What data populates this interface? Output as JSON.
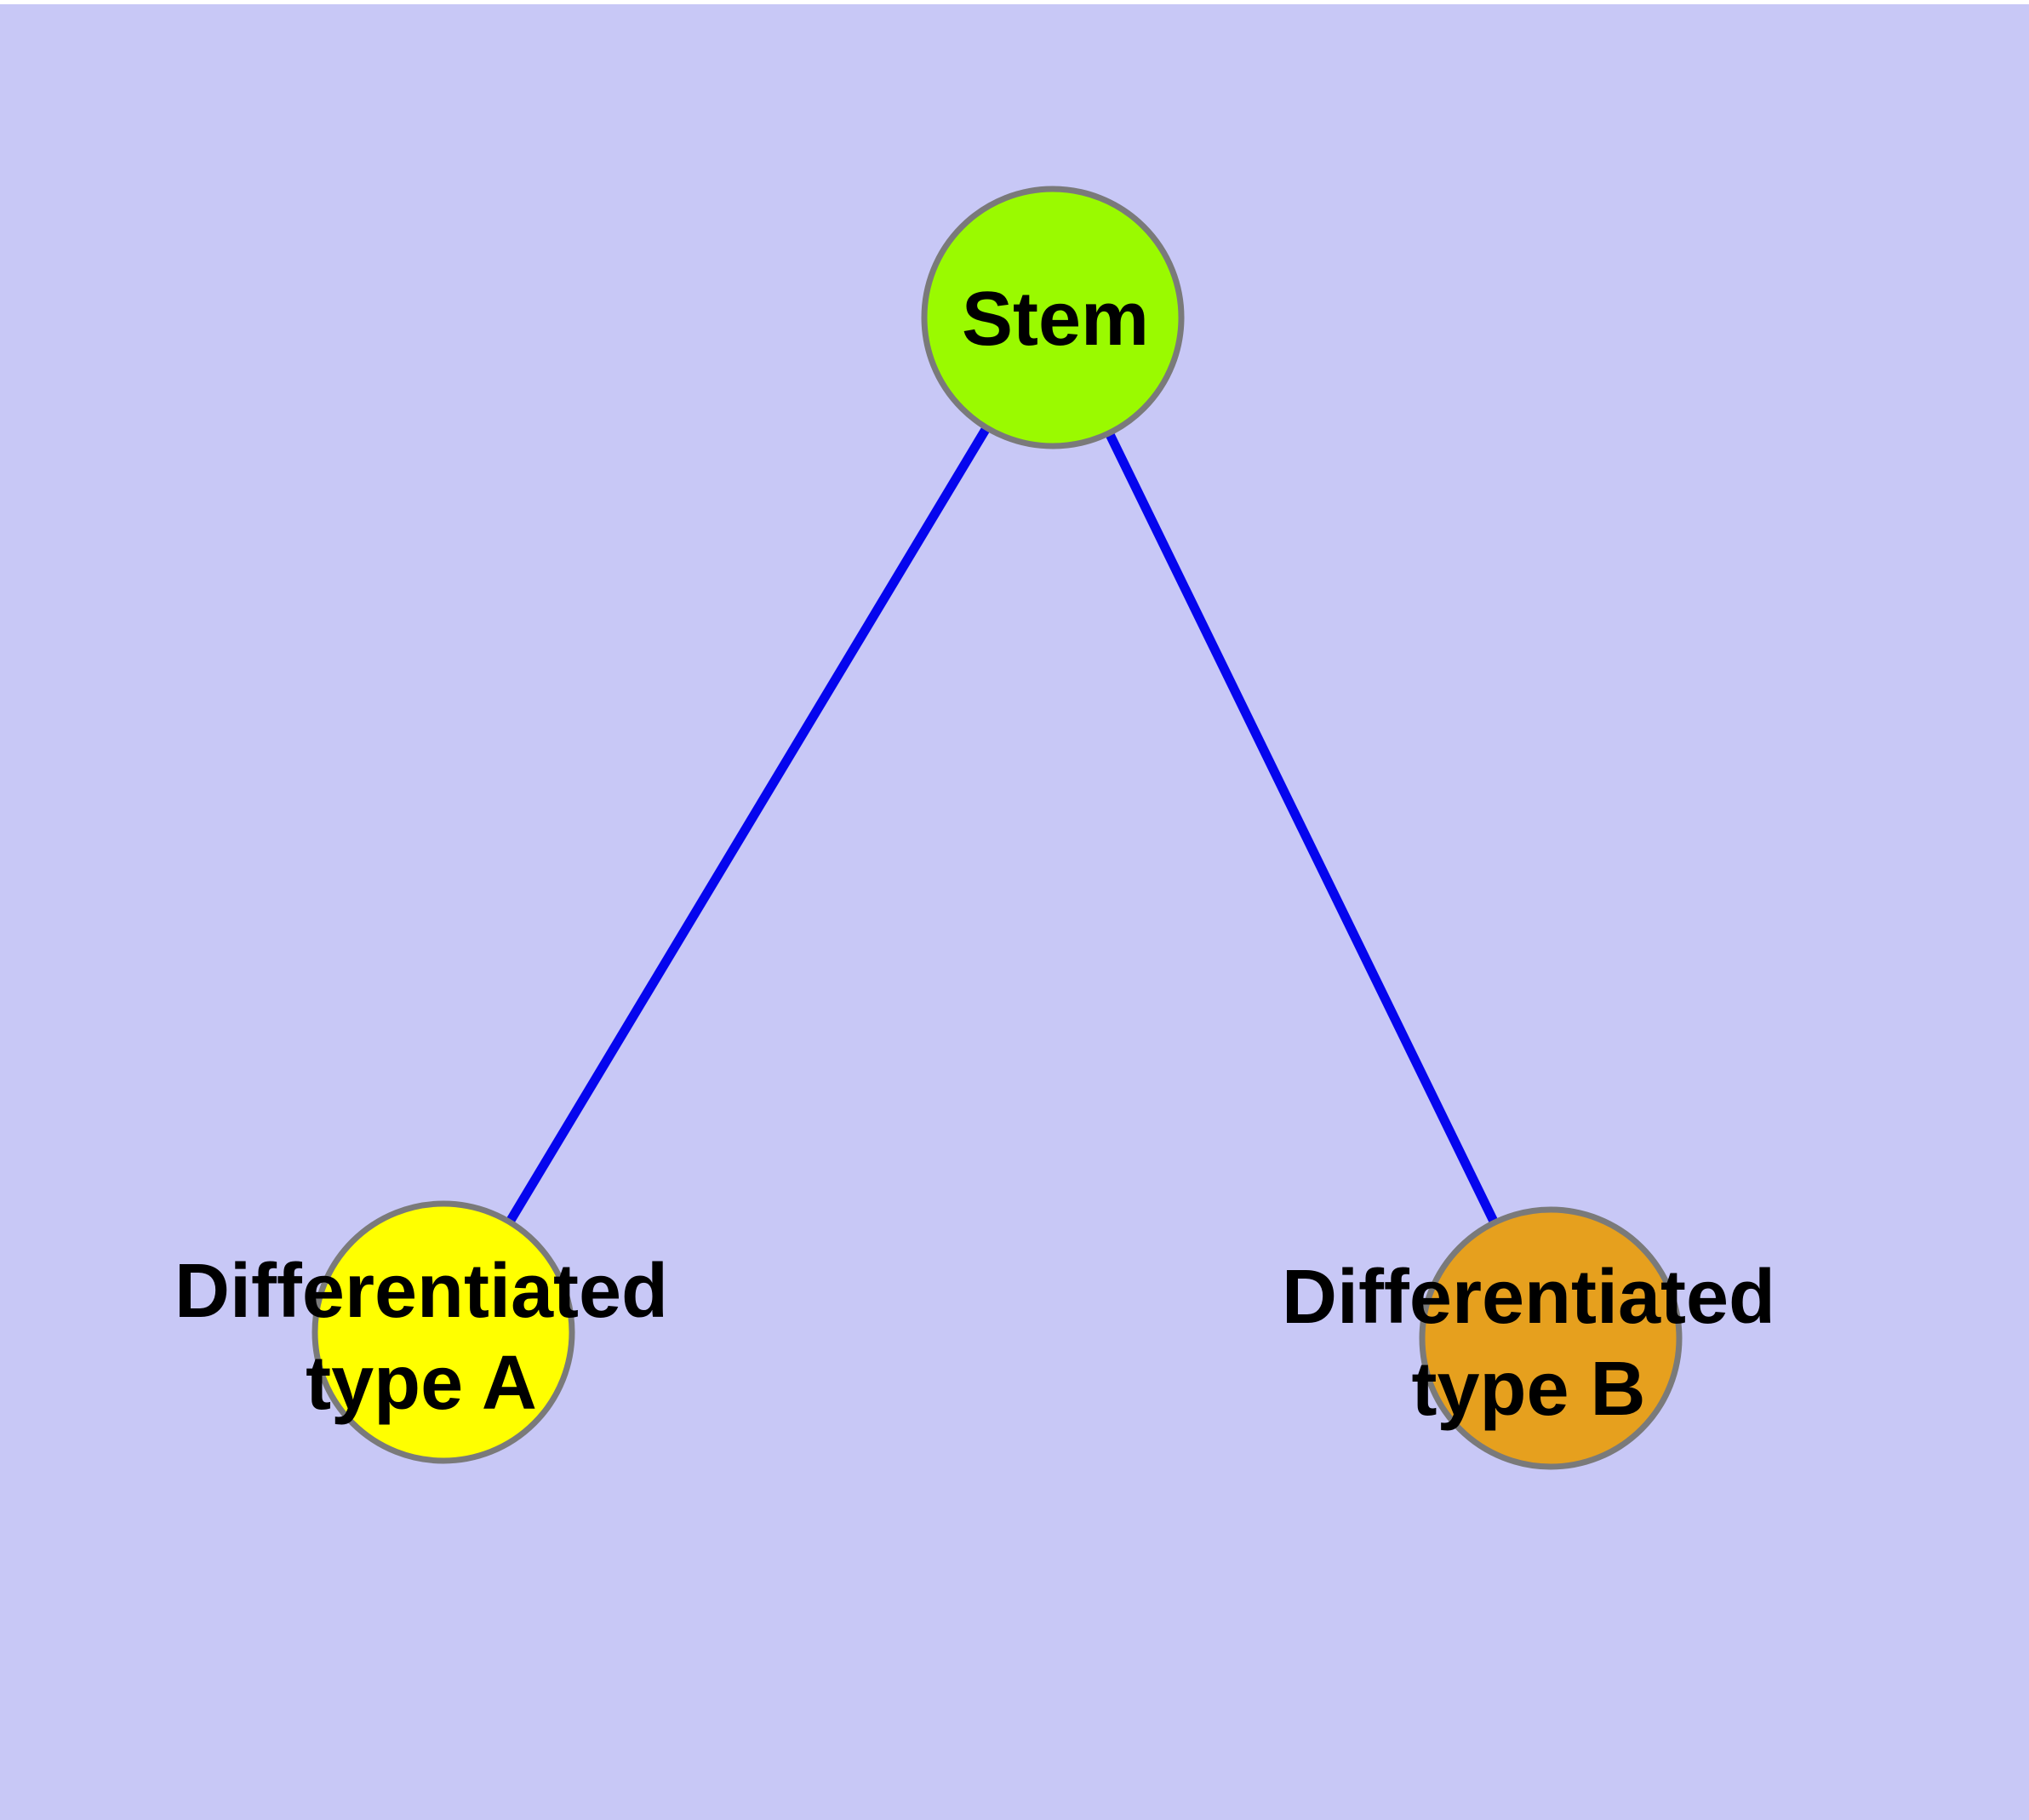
{
  "diagram": {
    "type": "graph",
    "background_color": "#c8c8f6",
    "top_margin_color": "#ffffff",
    "edge_color": "#0505ee",
    "node_border_color": "#7a7a7a",
    "label_color": "#000000",
    "nodes": {
      "stem": {
        "label": "Stem",
        "fill": "#9afa00"
      },
      "type_a": {
        "label_line1": "Differentiated",
        "label_line2": "type A",
        "fill": "#ffff00"
      },
      "type_b": {
        "label_line1": "Differentiated",
        "label_line2": "type B",
        "fill": "#e6a01e"
      }
    },
    "edges": [
      {
        "from": "Stem",
        "to": "Differentiated type A"
      },
      {
        "from": "Stem",
        "to": "Differentiated type B"
      }
    ]
  }
}
